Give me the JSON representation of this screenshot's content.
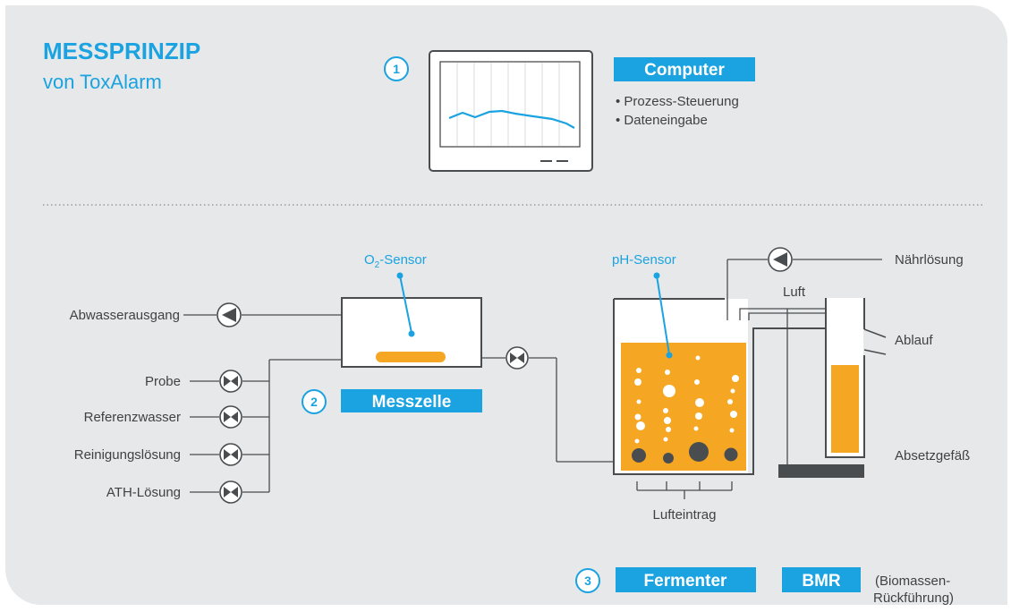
{
  "header": {
    "title": "MESSPRINZIP",
    "subtitle": "von ToxAlarm"
  },
  "computer": {
    "number": "1",
    "tag": "Computer",
    "bullets": [
      "• Prozess-Steuerung",
      "• Dateneingabe"
    ]
  },
  "inputs": {
    "outlet": "Abwasserausgang",
    "lines": [
      "Probe",
      "Referenzwasser",
      "Reinigungslösung",
      "ATH-Lösung"
    ]
  },
  "messzelle": {
    "number": "2",
    "tag": "Messzelle",
    "sensor_prefix": "O",
    "sensor_sub": "2",
    "sensor_suffix": "-Sensor"
  },
  "fermenter": {
    "number": "3",
    "tag": "Fermenter",
    "sensor": "pH-Sensor",
    "aeration": "Lufteintrag",
    "air": "Luft",
    "nutrient": "Nährlösung"
  },
  "bmr": {
    "tag": "BMR",
    "note_line1": "(Biomassen-",
    "note_line2": "Rückführung)"
  },
  "settler": {
    "overflow": "Ablauf",
    "label": "Absetzgefäß"
  },
  "colors": {
    "accent": "#1aa3e0",
    "liquid": "#f5a623",
    "panel": "#e7e8ea",
    "line": "#4a4d50"
  }
}
